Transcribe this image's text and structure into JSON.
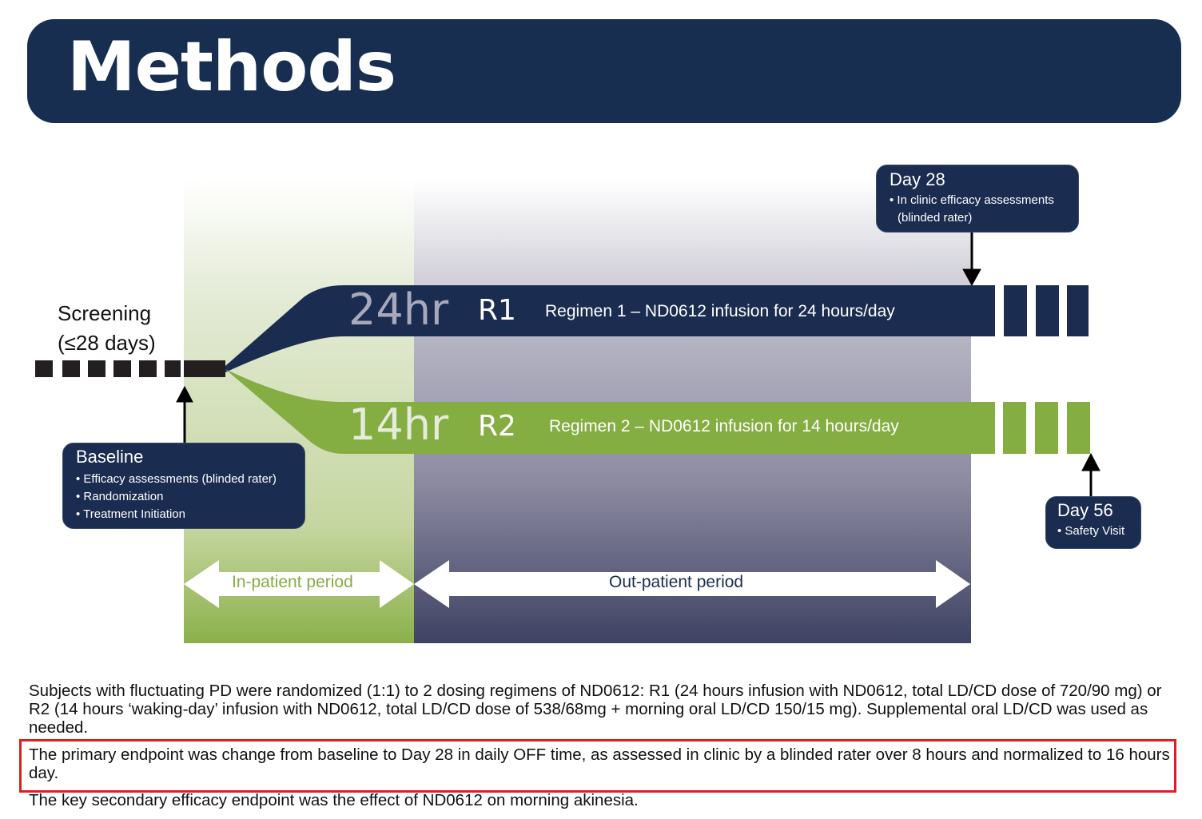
{
  "title": "Methods",
  "screening": {
    "line1": "Screening",
    "line2": "(≤28 days)"
  },
  "baseline": {
    "title": "Baseline",
    "items": [
      "• Efficacy assessments (blinded rater)",
      "• Randomization",
      "• Treatment Initiation"
    ]
  },
  "day28": {
    "title": "Day 28",
    "items": [
      "• In clinic efficacy assessments",
      "(blinded rater)"
    ]
  },
  "day56": {
    "title": "Day 56",
    "items": [
      "• Safety Visit"
    ]
  },
  "r1": {
    "hours": "24hr",
    "code": "R1",
    "label": "Regimen 1 – ND0612 infusion for 24 hours/day"
  },
  "r2": {
    "hours": "14hr",
    "code": "R2",
    "label": "Regimen 2 – ND0612 infusion for 14 hours/day"
  },
  "periods": {
    "inpatient": "In-patient period",
    "outpatient": "Out-patient period"
  },
  "colors": {
    "navy": "#1a2d50",
    "green": "#84ad42",
    "highlight": "#e01d22"
  },
  "text": {
    "p1": "Subjects with fluctuating PD were randomized (1:1) to 2 dosing regimens of ND0612: R1 (24 hours infusion with ND0612, total LD/CD dose of 720/90 mg) or R2 (14 hours ‘waking-day’ infusion with ND0612, total LD/CD dose of 538/68mg + morning oral LD/CD 150/15 mg).  Supplemental oral LD/CD was used as needed.",
    "p2": "The primary endpoint was change from baseline to Day 28 in daily OFF time, as assessed in clinic by a blinded rater over 8 hours and normalized to 16 hours day.",
    "p3": "The key secondary efficacy endpoint was the effect of ND0612 on morning akinesia."
  }
}
